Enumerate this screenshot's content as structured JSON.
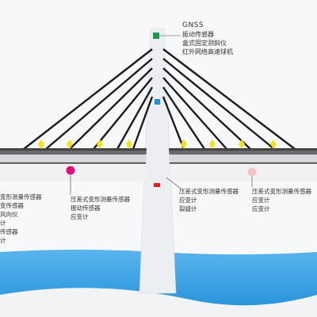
{
  "sensor_groups": {
    "tower_top": [
      "GNSS",
      "振动传感器",
      "盒式固定测斜仪",
      "红外网络高速球机"
    ],
    "left_pier": [
      "变形测量传感器",
      "变传感器",
      "风向仪",
      "计",
      "传感器",
      "计"
    ],
    "mid_left": [
      "压差式变形测量传感器",
      "振动传感器",
      "应变计"
    ],
    "tower_base": [
      "压差式变形测量传感器",
      "应变计",
      "裂缝计"
    ],
    "right_span": [
      "压差式变形测量传感器",
      "应变计",
      "应变计"
    ]
  },
  "colors": {
    "tower": "#eef0f2",
    "deck_top": "#3a3a3a",
    "cable": "#1a1a1a",
    "water": "#1f8fd6",
    "gnss_marker": "#1a9a4a",
    "blue_marker": "#1e90d8",
    "red_marker": "#e02020",
    "magenta_marker": "#e0107a",
    "pink_marker": "#f4c2c8",
    "yellow_marker": "#f4e11a"
  }
}
